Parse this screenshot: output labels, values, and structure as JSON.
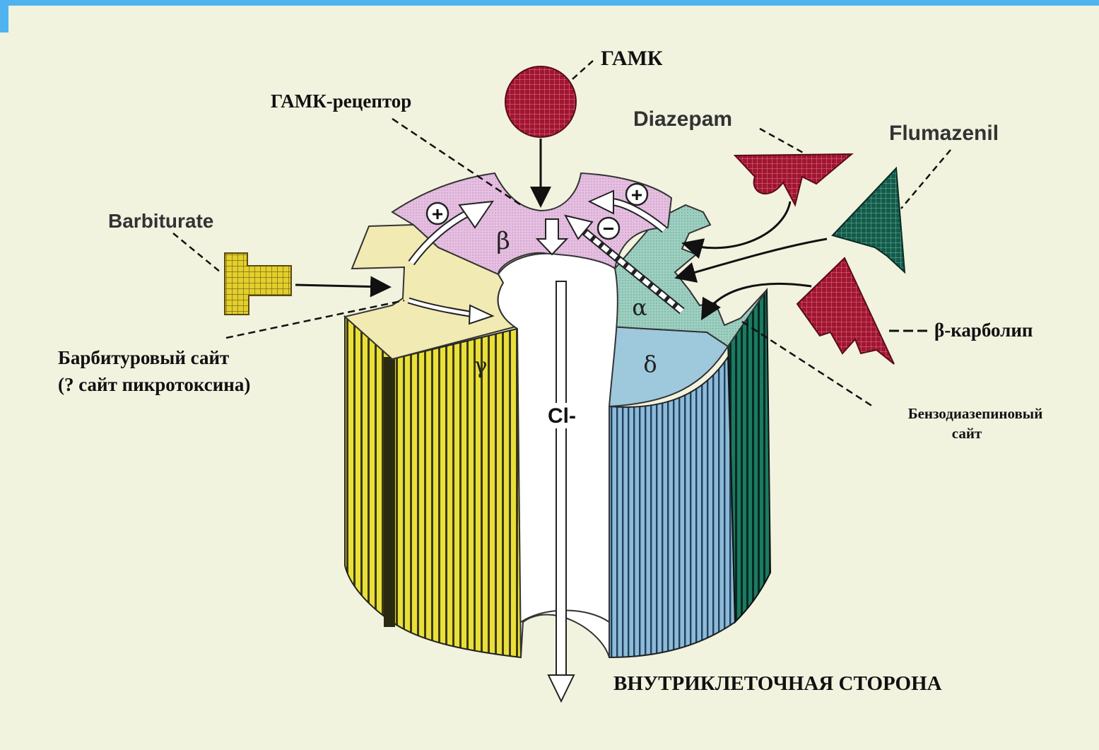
{
  "labels": {
    "gaba": "ГАМК",
    "gaba_receptor": "ГАМК-рецептор",
    "diazepam": "Diazepam",
    "flumazenil": "Flumazenil",
    "barbiturate": "Barbiturate",
    "barbiturate_site_line1": "Барбитуровый сайт",
    "barbiturate_site_line2": "(? сайт пикротоксина)",
    "beta_carboline": "β-карболип",
    "benzodiazepine_site_line1": "Бензодиазепиновый",
    "benzodiazepine_site_line2": "сайт",
    "intracellular_side": "ВНУТРИКЛЕТОЧНАЯ СТОРОНА",
    "chloride": "Cl-"
  },
  "subunits": {
    "beta": "β",
    "alpha": "α",
    "gamma": "γ",
    "delta": "δ"
  },
  "modulation_signs": {
    "plus_left": "+",
    "plus_right": "+",
    "minus": "−"
  },
  "colors": {
    "background": "#f1f3df",
    "top_bar": "#4fb3ef",
    "gaba_ball": "#9c1035",
    "beta_top": "#e6bfe2",
    "alpha_top": "#9ed0c2",
    "gamma_top": "#f1eab2",
    "delta_top": "#9ec8dc",
    "gamma_side": "#e9df3a",
    "delta_side": "#7fb2d2",
    "dark_green": "#0f5a4a",
    "ligand_red": "#a01530",
    "barbiturate": "#e3cf2c"
  }
}
